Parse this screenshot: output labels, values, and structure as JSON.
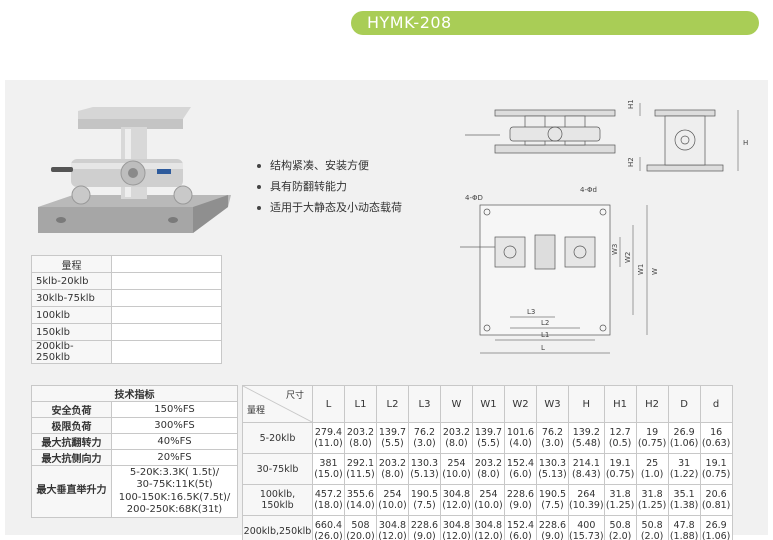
{
  "title": "HYMK-208",
  "features": [
    "结构紧凑、安装方便",
    "具有防翻转能力",
    "适用于大静态及小动态载荷"
  ],
  "range_table": {
    "header": "量程",
    "rows": [
      "5klb-20klb",
      "30klb-75klb",
      "100klb",
      "150klb",
      "200klb-250klb"
    ]
  },
  "tech_table": {
    "header": "技术指标",
    "rows": [
      {
        "key": "安全负荷",
        "value": "150%FS"
      },
      {
        "key": "极限负荷",
        "value": "300%FS"
      },
      {
        "key": "最大抗翻转力",
        "value": "40%FS"
      },
      {
        "key": "最大抗侧向力",
        "value": "20%FS"
      }
    ],
    "vertical_key": "最大垂直举升力",
    "vertical_lines": [
      "5-20K:3.3K( 1.5t)/",
      "30-75K:11K(5t)",
      "100-150K:16.5K(7.5t)/",
      "200-250K:68K(31t)"
    ]
  },
  "dim_table": {
    "corner_top": "尺寸",
    "corner_bottom": "量程",
    "columns": [
      "L",
      "L1",
      "L2",
      "L3",
      "W",
      "W1",
      "W2",
      "W3",
      "H",
      "H1",
      "H2",
      "D",
      "d"
    ],
    "rows": [
      {
        "label": "5-20klb",
        "cells": [
          [
            "279.4",
            "(11.0)"
          ],
          [
            "203.2",
            "(8.0)"
          ],
          [
            "139.7",
            "(5.5)"
          ],
          [
            "76.2",
            "(3.0)"
          ],
          [
            "203.2",
            "(8.0)"
          ],
          [
            "139.7",
            "(5.5)"
          ],
          [
            "101.6",
            "(4.0)"
          ],
          [
            "76.2",
            "(3.0)"
          ],
          [
            "139.2",
            "(5.48)"
          ],
          [
            "12.7",
            "(0.5)"
          ],
          [
            "19",
            "(0.75)"
          ],
          [
            "26.9",
            "(1.06)"
          ],
          [
            "16",
            "(0.63)"
          ]
        ]
      },
      {
        "label": "30-75klb",
        "cells": [
          [
            "381",
            "(15.0)"
          ],
          [
            "292.1",
            "(11.5)"
          ],
          [
            "203.2",
            "(8.0)"
          ],
          [
            "130.3",
            "(5.13)"
          ],
          [
            "254",
            "(10.0)"
          ],
          [
            "203.2",
            "(8.0)"
          ],
          [
            "152.4",
            "(6.0)"
          ],
          [
            "130.3",
            "(5.13)"
          ],
          [
            "214.1",
            "(8.43)"
          ],
          [
            "19.1",
            "(0.75)"
          ],
          [
            "25",
            "(1.0)"
          ],
          [
            "31",
            "(1.22)"
          ],
          [
            "19.1",
            "(0.75)"
          ]
        ]
      },
      {
        "label": "100klb, 150klb",
        "cells": [
          [
            "457.2",
            "(18.0)"
          ],
          [
            "355.6",
            "(14.0)"
          ],
          [
            "254",
            "(10.0)"
          ],
          [
            "190.5",
            "(7.5)"
          ],
          [
            "304.8",
            "(12.0)"
          ],
          [
            "254",
            "(10.0)"
          ],
          [
            "228.6",
            "(9.0)"
          ],
          [
            "190.5",
            "(7.5)"
          ],
          [
            "264",
            "(10.39)"
          ],
          [
            "31.8",
            "(1.25)"
          ],
          [
            "31.8",
            "(1.25)"
          ],
          [
            "35.1",
            "(1.38)"
          ],
          [
            "20.6",
            "(0.81)"
          ]
        ]
      },
      {
        "label": "200klb,250klb",
        "cells": [
          [
            "660.4",
            "(26.0)"
          ],
          [
            "508",
            "(20.0)"
          ],
          [
            "304.8",
            "(12.0)"
          ],
          [
            "228.6",
            "(9.0)"
          ],
          [
            "304.8",
            "(12.0)"
          ],
          [
            "304.8",
            "(12.0)"
          ],
          [
            "152.4",
            "(6.0)"
          ],
          [
            "228.6",
            "(9.0)"
          ],
          [
            "400",
            "(15.73)"
          ],
          [
            "50.8",
            "(2.0)"
          ],
          [
            "50.8",
            "(2.0)"
          ],
          [
            "47.8",
            "(1.88)"
          ],
          [
            "26.9",
            "(1.06)"
          ]
        ]
      }
    ]
  },
  "drawing_labels": {
    "h1": "H1",
    "h": "H",
    "h2": "H2",
    "hole_d": "4-ΦD",
    "hole_small": "4-Φd",
    "w": "W",
    "w1": "W1",
    "w2": "W2",
    "w3": "W3",
    "l": "L",
    "l1": "L1",
    "l2": "L2",
    "l3": "L3"
  }
}
